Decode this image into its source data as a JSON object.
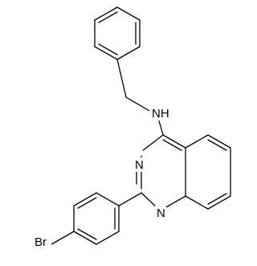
{
  "diagram": {
    "type": "chemical-structure",
    "atoms": [
      {
        "id": "N_amine",
        "label": "NH"
      },
      {
        "id": "N_3",
        "label": "N"
      },
      {
        "id": "N_1",
        "label": "N"
      },
      {
        "id": "Br",
        "label": "Br"
      }
    ]
  }
}
